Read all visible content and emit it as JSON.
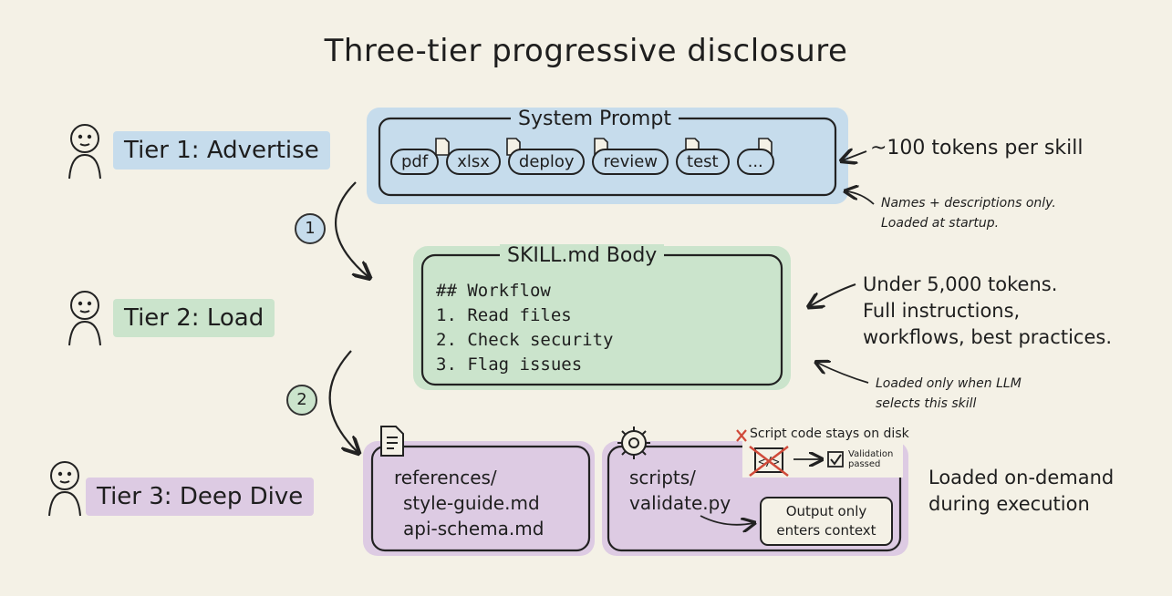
{
  "title": "Three-tier progressive disclosure",
  "tiers": [
    {
      "label": "Tier 1: Advertise"
    },
    {
      "label": "Tier 2: Load"
    },
    {
      "label": "Tier 3: Deep Dive"
    }
  ],
  "system_prompt": {
    "title": "System Prompt",
    "skills": [
      "pdf",
      "xlsx",
      "deploy",
      "review",
      "test",
      "..."
    ]
  },
  "skill_body": {
    "title": "SKILL.md Body",
    "lines": [
      "## Workflow",
      "1. Read files",
      "2. Check security",
      "3. Flag issues"
    ]
  },
  "references": {
    "lines": [
      "references/",
      "style-guide.md",
      "api-schema.md"
    ]
  },
  "scripts": {
    "lines": [
      "scripts/",
      "validate.py"
    ],
    "disk_note": "Script code stays on disk",
    "validation": "Validation passed",
    "output_note_lines": [
      "Output only",
      "enters context"
    ]
  },
  "steps": [
    "1",
    "2"
  ],
  "notes": {
    "tier1_main": "~100 tokens per skill",
    "tier1_sub": [
      "Names + descriptions only.",
      "Loaded at startup."
    ],
    "tier2_main": [
      "Under 5,000 tokens.",
      "Full instructions,",
      "workflows, best practices."
    ],
    "tier2_sub": [
      "Loaded only when LLM",
      "selects this skill"
    ],
    "tier3_main": [
      "Loaded on-demand",
      "during execution"
    ]
  },
  "colors": {
    "background": "#f4f1e6",
    "tier1_fill": "#c6dcec",
    "tier2_fill": "#cbe4cc",
    "tier3_fill": "#ddcbe3",
    "ink": "#1e1e1e",
    "cross": "#d04a3a"
  }
}
